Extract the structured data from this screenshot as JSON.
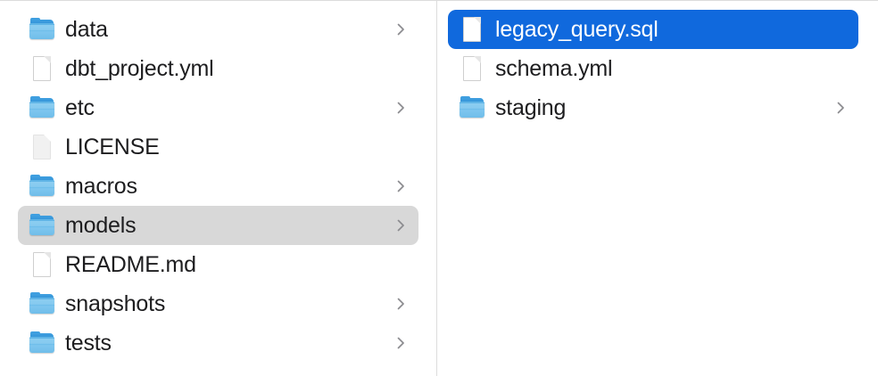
{
  "window": {
    "view": "column-browser",
    "colors": {
      "selection_active": "#1069dd",
      "selection_inactive": "#d8d8d8",
      "divider": "#dcdcdc",
      "background": "#ffffff",
      "text": "#1d1d1f",
      "text_selected": "#ffffff",
      "chevron": "#8b8b8f",
      "folder_blue": "#6fbde9"
    }
  },
  "columns": [
    {
      "name": "parent-column",
      "items": [
        {
          "label": "data",
          "icon": "folder-icon",
          "kind": "folder",
          "has_chevron": true,
          "state": "normal"
        },
        {
          "label": "dbt_project.yml",
          "icon": "document-icon",
          "kind": "file",
          "has_chevron": false,
          "state": "normal"
        },
        {
          "label": "etc",
          "icon": "folder-icon",
          "kind": "folder",
          "has_chevron": true,
          "state": "normal"
        },
        {
          "label": "LICENSE",
          "icon": "document-icon",
          "kind": "file",
          "has_chevron": false,
          "state": "normal"
        },
        {
          "label": "macros",
          "icon": "folder-icon",
          "kind": "folder",
          "has_chevron": true,
          "state": "normal"
        },
        {
          "label": "models",
          "icon": "folder-icon",
          "kind": "folder",
          "has_chevron": true,
          "state": "selected-inactive"
        },
        {
          "label": "README.md",
          "icon": "document-icon",
          "kind": "file",
          "has_chevron": false,
          "state": "normal"
        },
        {
          "label": "snapshots",
          "icon": "folder-icon",
          "kind": "folder",
          "has_chevron": true,
          "state": "normal"
        },
        {
          "label": "tests",
          "icon": "folder-icon",
          "kind": "folder",
          "has_chevron": true,
          "state": "normal"
        }
      ]
    },
    {
      "name": "child-column",
      "items": [
        {
          "label": "legacy_query.sql",
          "icon": "document-icon",
          "kind": "file",
          "has_chevron": false,
          "state": "selected-active"
        },
        {
          "label": "schema.yml",
          "icon": "document-icon",
          "kind": "file",
          "has_chevron": false,
          "state": "normal"
        },
        {
          "label": "staging",
          "icon": "folder-icon",
          "kind": "folder",
          "has_chevron": true,
          "state": "normal"
        }
      ]
    }
  ]
}
